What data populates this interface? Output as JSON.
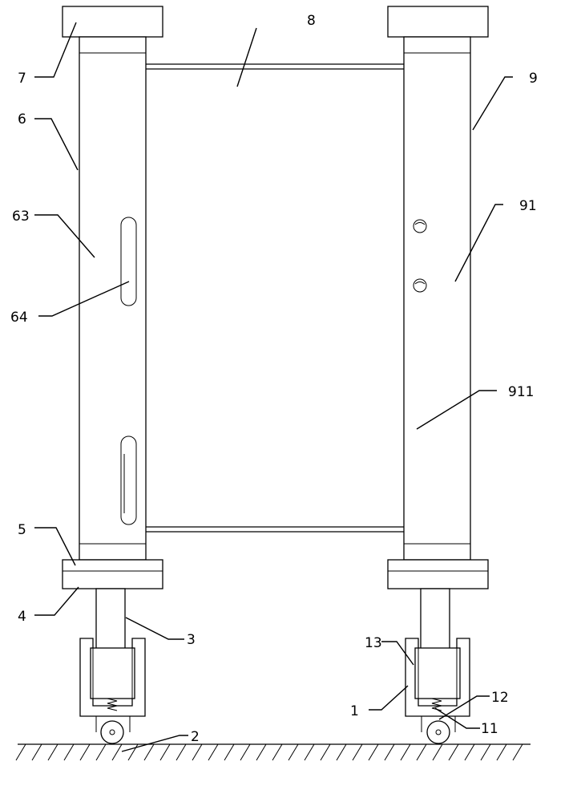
{
  "labels": {
    "l1": "1",
    "l2": "2",
    "l3": "3",
    "l4": "4",
    "l5": "5",
    "l6": "6",
    "l7": "7",
    "l8": "8",
    "l9": "9",
    "l11": "11",
    "l12": "12",
    "l13": "13",
    "l63": "63",
    "l64": "64",
    "l91": "91",
    "l911": "911"
  },
  "colors": {
    "line": "#000000",
    "background": "#ffffff"
  }
}
